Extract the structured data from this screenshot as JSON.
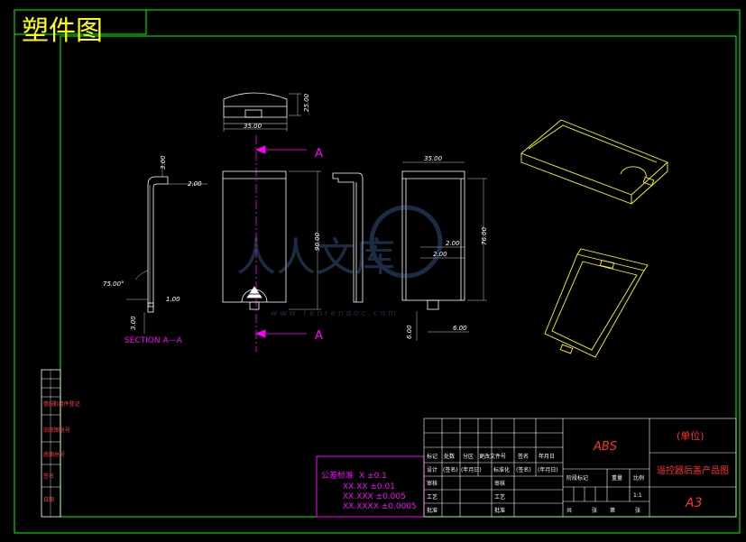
{
  "drawing": {
    "title": "塑件图",
    "section_label": "SECTION A—A",
    "section_marker": "A",
    "watermark_text": "人人文库",
    "watermark_url": "w w w . r e n r e n d o c . c o m"
  },
  "dimensions": {
    "top_width": "35.00",
    "top_height": "25.00",
    "front_width": "35.00",
    "front_height": "90.00",
    "right_height": "76.00",
    "right_inner_1": "2.00",
    "right_inner_2": "2.00",
    "right_bottom_1": "6.00",
    "right_bottom_2": "6.00",
    "sec_top": "3.00",
    "sec_lip": "2.00",
    "sec_angle": "75.00°",
    "sec_thick": "1.00",
    "sec_bottom": "3.00"
  },
  "tolerance": {
    "title": "公差标准",
    "lines": [
      "X ±0.1",
      "XX.XX ±0.01",
      "XX.XXX ±0.005",
      "XX.XXXX ±0.0005"
    ]
  },
  "title_block": {
    "material": "ABS",
    "unit": "(单位)",
    "drawing_name": "遥控器后盖产品图",
    "sheet_size": "A3",
    "scale": "1:1",
    "row_headers": [
      "标记",
      "处数",
      "分区",
      "更改文件号",
      "签名",
      "年月日"
    ],
    "row_headers_2": [
      "设计",
      "(签名)",
      "(年月日)",
      "标准化",
      "(签名)",
      "(年月日)"
    ],
    "left_labels": [
      "审核",
      "工艺",
      "批准"
    ],
    "stage_labels": [
      "阶段标记",
      "重量",
      "比例"
    ],
    "sheet_info": [
      "共",
      "张",
      "第",
      "张"
    ]
  },
  "side_panel": {
    "labels": [
      "借(通)用件登记",
      "旧底图总号",
      "底图总号",
      "签名",
      "日期"
    ]
  }
}
